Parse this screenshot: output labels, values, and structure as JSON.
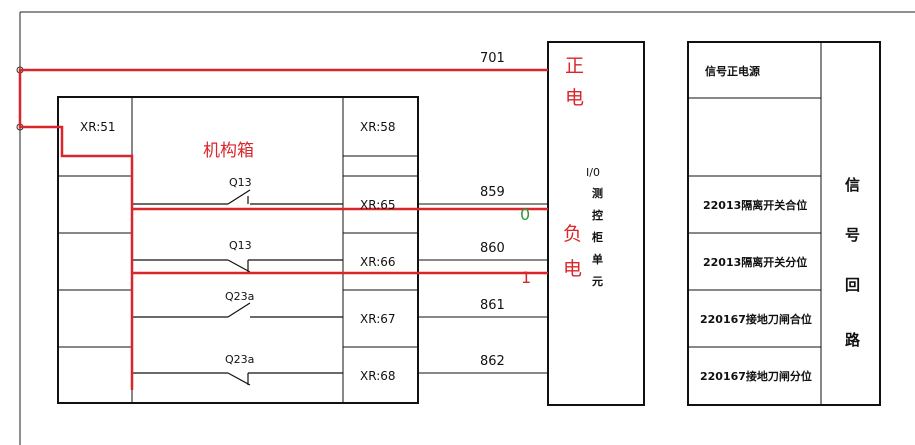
{
  "wire_numbers": [
    "701",
    "859",
    "860",
    "861",
    "862"
  ],
  "left_terminals": [
    "XR:51"
  ],
  "right_terminals": [
    "XR:58",
    "XR:65",
    "XR:66",
    "XR:67",
    "XR:68"
  ],
  "contacts": [
    "Q13",
    "Q13",
    "Q23a",
    "Q23a"
  ],
  "mechanism_box_label": "机构箱",
  "positive_power_label": [
    "正",
    "电"
  ],
  "negative_power_label": [
    "负",
    "电"
  ],
  "io_unit_label": [
    "I/0",
    "测",
    "控",
    "柜",
    "单",
    "元"
  ],
  "bit_labels": {
    "zero": "0",
    "one": "1"
  },
  "signal_table": {
    "rows": [
      "信号正电源",
      "",
      "22013隔离开关合位",
      "22013隔离开关分位",
      "220167接地刀闸合位",
      "220167接地刀闸分位"
    ],
    "side_label": [
      "信",
      "号",
      "回",
      "路"
    ]
  },
  "colors": {
    "red_wire": "#d9262b",
    "green_text": "#2e9a3c",
    "line": "#111111"
  }
}
